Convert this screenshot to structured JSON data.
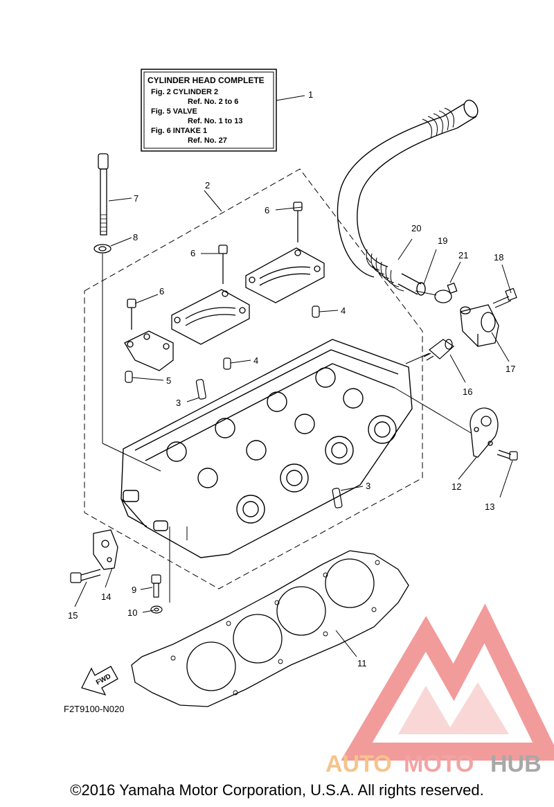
{
  "reference_box": {
    "title": "CYLINDER HEAD COMPLETE",
    "lines": [
      "Fig.  2 CYLINDER 2",
      "Ref. No. 2 to 6",
      "Fig.  5 VALVE",
      "Ref. No. 1 to 13",
      "Fig.  6 INTAKE 1",
      "Ref. No. 27"
    ]
  },
  "callouts": {
    "c1": "1",
    "c2": "2",
    "c3a": "3",
    "c3b": "3",
    "c4a": "4",
    "c4b": "4",
    "c5": "5",
    "c6a": "6",
    "c6b": "6",
    "c6c": "6",
    "c7": "7",
    "c8": "8",
    "c9": "9",
    "c10": "10",
    "c11": "11",
    "c12": "12",
    "c13": "13",
    "c14": "14",
    "c15": "15",
    "c16": "16",
    "c17": "17",
    "c18": "18",
    "c19": "19",
    "c20": "20",
    "c21": "21"
  },
  "fwd_label": "FWD",
  "diagram_code": "F2T9100-N020",
  "watermark": {
    "part1": "AUTO",
    "part2": "MOTO",
    "part3": "HUB",
    "colors": {
      "auto": "#f5c48a",
      "moto": "#f2a3a3",
      "hub": "#a8a8a8",
      "logo": "#f08a8a"
    }
  },
  "copyright": "©2016 Yamaha Motor Corporation, U.S.A. All rights reserved."
}
